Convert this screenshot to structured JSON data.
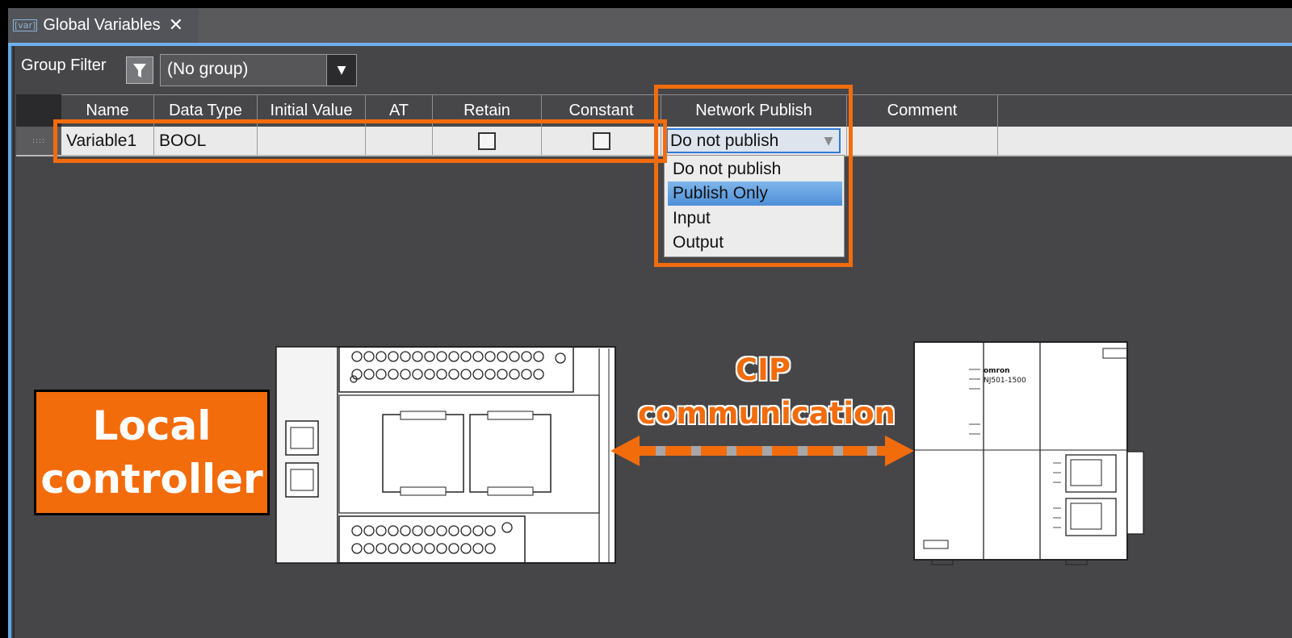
{
  "tab": {
    "icon_text": "[var]",
    "title": "Global Variables",
    "close": "✕"
  },
  "filter": {
    "label": "Group Filter",
    "selected": "(No group)"
  },
  "columns": [
    "Name",
    "Data Type",
    "Initial Value",
    "AT",
    "Retain",
    "Constant",
    "Network Publish",
    "Comment"
  ],
  "row": {
    "handle": "::::",
    "name": "Variable1",
    "data_type": "BOOL",
    "initial_value": "",
    "at": "",
    "retain": false,
    "constant": false,
    "network_publish": "Do not publish",
    "comment": ""
  },
  "network_publish_options": [
    "Do not publish",
    "Publish Only",
    "Input",
    "Output"
  ],
  "highlighted_option": "Publish Only",
  "illustration": {
    "local_label": [
      "Local",
      "controller"
    ],
    "link_label": [
      "CIP",
      "communication"
    ],
    "remote_brand": "omron",
    "remote_model": "NJ501-1500"
  },
  "colors": {
    "accent_orange": "#f36c0c",
    "tab_underline": "#6fb0ee",
    "selection_blue": "#4f8fd8"
  }
}
